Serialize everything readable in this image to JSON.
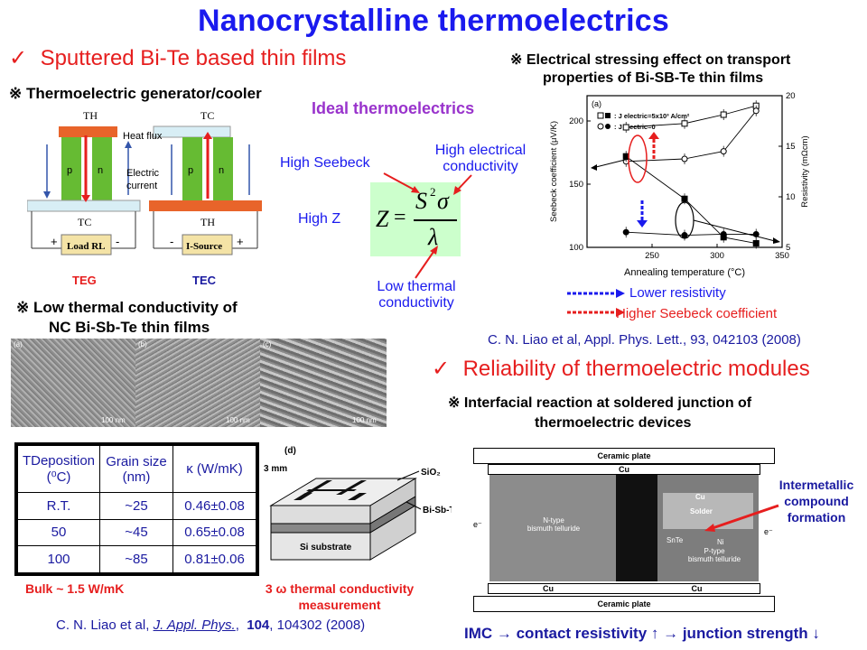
{
  "title": "Nanocrystalline thermoelectrics",
  "section1": {
    "check": "✓",
    "label": "Sputtered Bi-Te based thin films"
  },
  "section2": {
    "check": "✓",
    "label": "Reliability of thermoelectric modules"
  },
  "teg": {
    "heading": "※ Thermoelectric generator/cooler",
    "th_left": "TH",
    "tc_left": "TC",
    "tc_right": "TC",
    "th_right": "TH",
    "heat_flux": "Heat flux",
    "electric_current": [
      "Electric",
      "current"
    ],
    "p": "p",
    "n": "n",
    "load": "Load RL",
    "isource": "I-Source",
    "plus": "+",
    "minus": "-",
    "teg_label": "TEG",
    "tec_label": "TEC"
  },
  "ideal": {
    "title": "Ideal thermoelectrics",
    "high_seebeck": "High Seebeck",
    "high_electrical": [
      "High electrical",
      "conductivity"
    ],
    "high_z": "High Z",
    "low_thermal": [
      "Low thermal",
      "conductivity"
    ],
    "eq_z": "Z",
    "eq_eq": "=",
    "eq_s": "S",
    "eq_exp": "2",
    "eq_sigma": "σ",
    "eq_lambda": "λ"
  },
  "stress": {
    "heading": [
      "※ Electrical stressing effect on transport",
      "properties of Bi-SB-Te  thin films"
    ],
    "legend_on": ": J electric=5x10³ A/cm²",
    "legend_off": ": J electric=0",
    "lower_resistivity": "Lower resistivity",
    "higher_seebeck": "Higher Seebeck coefficient",
    "citation": "C. N. Liao et al, Appl. Phys. Lett., 93, 042103 (2008)"
  },
  "chart_data": {
    "type": "line",
    "panel": "(a)",
    "xlabel": "Annealing temperature (°C)",
    "ylabel": "Seebeck coefficient (μV/K)",
    "y2label": "Resistivity (mΩcm)",
    "x_ticks": [
      250,
      300,
      350
    ],
    "y_ticks": [
      100,
      150,
      200
    ],
    "y2_ticks": [
      5,
      10,
      15,
      20
    ],
    "xlim": [
      200,
      350
    ],
    "ylim": [
      100,
      220
    ],
    "y2lim": [
      5,
      20
    ],
    "series": [
      {
        "axis": "left",
        "marker": "open-square",
        "x": [
          230,
          275,
          305,
          330
        ],
        "y": [
          195,
          198,
          205,
          212
        ]
      },
      {
        "axis": "left",
        "marker": "open-circle",
        "x": [
          230,
          275,
          305,
          330
        ],
        "y": [
          168,
          170,
          176,
          208
        ]
      },
      {
        "axis": "right",
        "marker": "filled-circle",
        "x": [
          230,
          275,
          305,
          330
        ],
        "y": [
          6.5,
          6.2,
          6.3,
          6.3
        ]
      },
      {
        "axis": "right",
        "marker": "filled-square",
        "x": [
          230,
          275,
          305,
          330
        ],
        "y": [
          14.0,
          9.8,
          6.0,
          5.4
        ]
      }
    ]
  },
  "lowk": {
    "heading": [
      "※ Low thermal conductivity of",
      "NC Bi-Sb-Te thin films"
    ],
    "sem_labels": [
      "(a)",
      "(b)",
      "(c)"
    ],
    "scale": "100 nm",
    "table_headers": [
      "TDeposition (⁰C)",
      "Grain size (nm)",
      "κ (W/mK)"
    ],
    "rows": [
      [
        "R.T.",
        "~25",
        "0.46±0.08"
      ],
      [
        "50",
        "~45",
        "0.65±0.08"
      ],
      [
        "100",
        "~85",
        "0.81±0.06"
      ]
    ],
    "bulk": "Bulk ~ 1.5 W/mK",
    "device_label": "(d)",
    "mm": "3 mm",
    "sio2": "SiO₂",
    "bisbte": "Bi-Sb-Te",
    "si": "Si substrate",
    "three_omega": [
      "3 ω thermal conductivity",
      "measurement"
    ],
    "citation_prefix": "C. N. Liao et al, ",
    "citation_journal": "J. Appl. Phys.",
    "citation_vol": "104",
    "citation_suffix": ", 104302 (2008)"
  },
  "interface": {
    "heading": [
      "※ Interfacial reaction at soldered junction of",
      "thermoelectric devices"
    ],
    "ceramic_top": "Ceramic plate",
    "ceramic_bottom": "Ceramic plate",
    "cu": "Cu",
    "ntype": [
      "N-type",
      "bismuth telluride"
    ],
    "ptype": [
      "P-type",
      "bismuth telluride"
    ],
    "solder": "Solder",
    "snte": "SnTe",
    "ni": "Ni",
    "electron": "e⁻",
    "imc_label": [
      "Intermetallic",
      "compound",
      "formation"
    ],
    "footer": "IMC → contact resistivity ↑ → junction strength ↓"
  }
}
